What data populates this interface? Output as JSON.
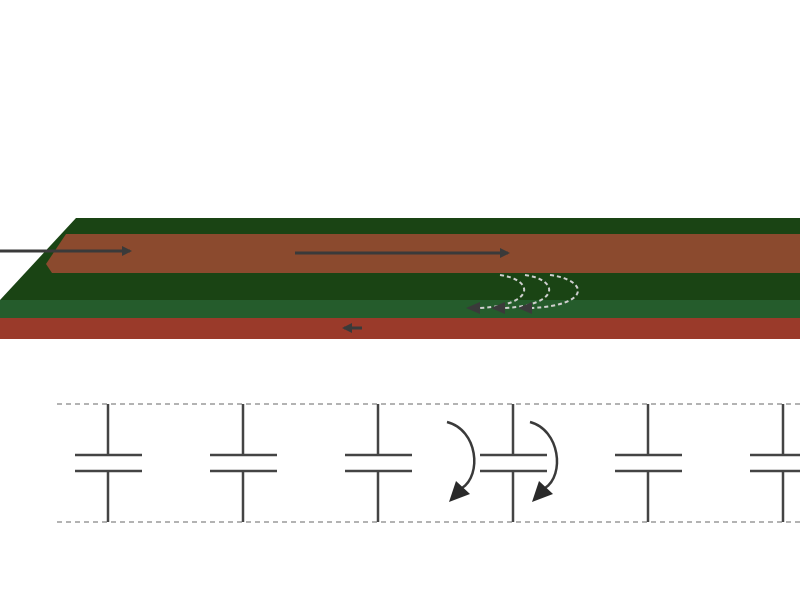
{
  "diagram": {
    "type": "pcb-trace-return-path-capacitance",
    "colors": {
      "background": "#ffffff",
      "dielectric_dark": "#1a4414",
      "dielectric_light": "#255c2c",
      "signal_trace": "#8b4a2e",
      "return_plane": "#9a3a2a",
      "arrow": "#3a3a3a",
      "dashed_line": "#9a9a9a",
      "capacitor": "#444444"
    },
    "capacitor_count": 6,
    "current_direction": {
      "signal": "right",
      "return": "left"
    }
  }
}
